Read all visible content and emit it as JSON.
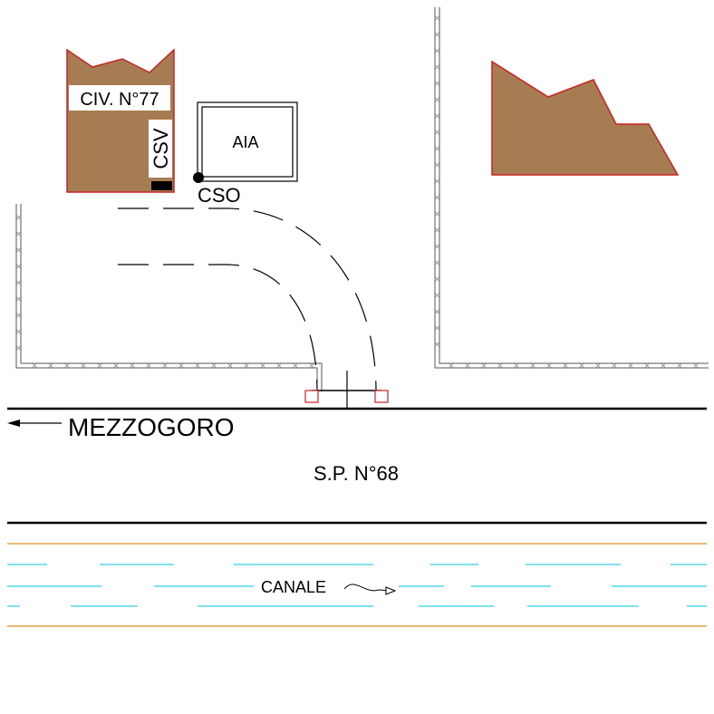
{
  "labels": {
    "civic": "CIV. N°77",
    "csv": "CSV",
    "aia": "AIA",
    "cso": "CSO",
    "direction": "MEZZOGORO",
    "road": "S.P. N°68",
    "canal": "CANALE"
  },
  "colors": {
    "building_fill": "#a67c52",
    "building_edge": "#cc2222",
    "water": "#2ed0e6",
    "bank": "#e8a24a",
    "road": "#000000"
  },
  "icons": {
    "direction_arrow": "arrow-left-icon",
    "flow_arrow": "flow-arrow-icon",
    "manhole": "manhole-icon"
  }
}
